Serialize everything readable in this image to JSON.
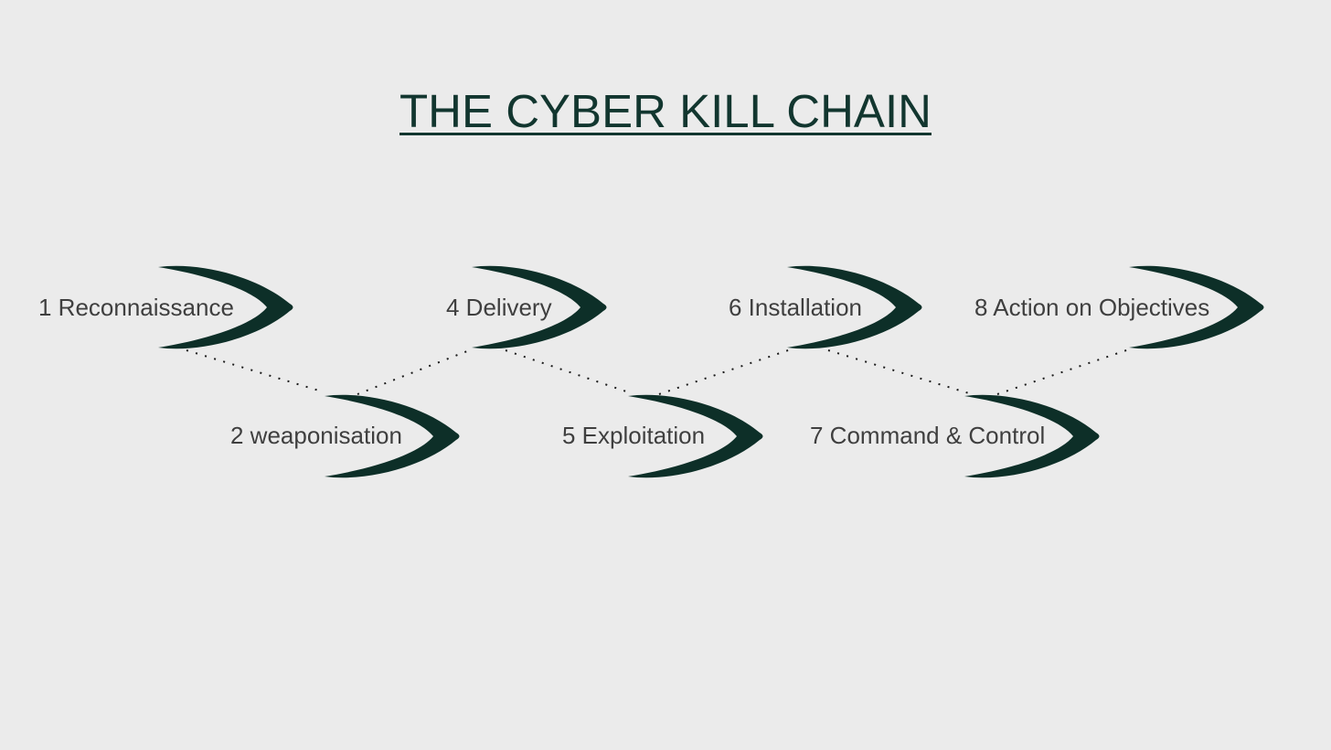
{
  "title": "THE CYBER KILL CHAIN",
  "stages": [
    {
      "label": "1 Reconnaissance",
      "row": "top"
    },
    {
      "label": "2 weaponisation",
      "row": "bottom"
    },
    {
      "label": "4 Delivery",
      "row": "top"
    },
    {
      "label": "5 Exploitation",
      "row": "bottom"
    },
    {
      "label": "6 Installation",
      "row": "top"
    },
    {
      "label": "7 Command & Control",
      "row": "bottom"
    },
    {
      "label": "8 Action on Objectives",
      "row": "top"
    }
  ],
  "colors": {
    "background": "#ebebeb",
    "arrow": "#0d2f28",
    "title_text": "#12362f",
    "label_text": "#3f3f3f",
    "connector_dots": "#1b1b1b"
  }
}
